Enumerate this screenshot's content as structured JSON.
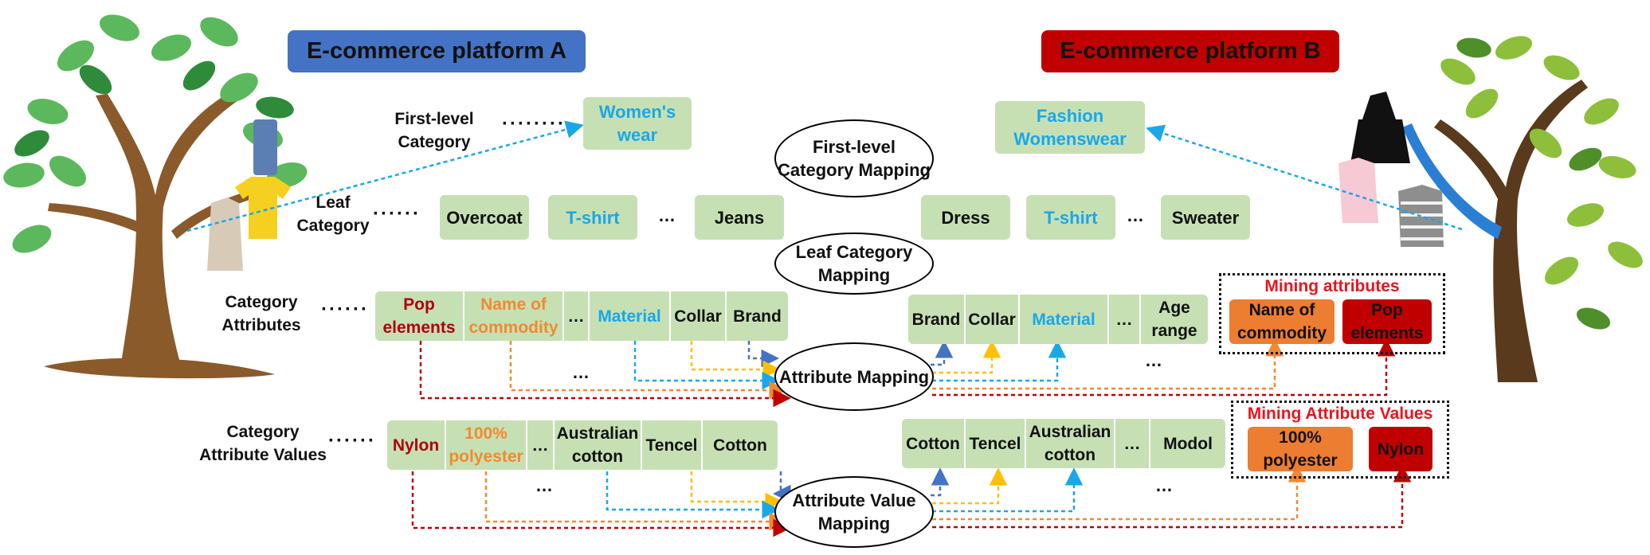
{
  "platform_a": {
    "label": "E-commerce platform A",
    "color": "#4472c4"
  },
  "platform_b": {
    "label": "E-commerce platform B",
    "color": "#c00000"
  },
  "row_labels": {
    "first_level": "First-level Category",
    "leaf": "Leaf Category",
    "attributes": "Category Attributes",
    "values": "Category Attribute Values"
  },
  "a": {
    "first_level": "Women's wear",
    "leaf": [
      "Overcoat",
      "T-shirt",
      "…",
      "Jeans"
    ],
    "attributes": [
      "Pop elements",
      "Name of commodity",
      "…",
      "Material",
      "Collar",
      "Brand"
    ],
    "values": [
      "Nylon",
      "100% polyester",
      "…",
      "Australian cotton",
      "Tencel",
      "Cotton"
    ]
  },
  "b": {
    "first_level": "Fashion Womenswear",
    "leaf": [
      "Dress",
      "T-shirt",
      "…",
      "Sweater"
    ],
    "attributes": [
      "Brand",
      "Collar",
      "Material",
      "…",
      "Age range"
    ],
    "values": [
      "Cotton",
      "Tencel",
      "Australian cotton",
      "…",
      "Modol"
    ]
  },
  "mapping": {
    "first_level": "First-level Category Mapping",
    "leaf": "Leaf Category Mapping",
    "attribute": "Attribute Mapping",
    "attribute_value": "Attribute Value Mapping"
  },
  "mining_attributes": {
    "title": "Mining attributes",
    "items": [
      "Name of commodity",
      "Pop elements"
    ]
  },
  "mining_values": {
    "title": "Mining Attribute Values",
    "items": [
      "100% polyester",
      "Nylon"
    ]
  },
  "ellipsis": "…",
  "colors": {
    "box_green": "#c6e0b4",
    "highlight_blue": "#1aa7e8",
    "highlight_orange": "#f08a30",
    "highlight_red": "#b0000f",
    "mining_title": "#e8141e",
    "arrow_blue": "#4472c4",
    "arrow_yellow": "#ffc000",
    "arrow_cyan": "#1aa7e8",
    "arrow_orange": "#f08a30",
    "arrow_red": "#c00000"
  },
  "icons": [
    "tree-left-icon",
    "tree-right-icon",
    "clothing-icon"
  ]
}
